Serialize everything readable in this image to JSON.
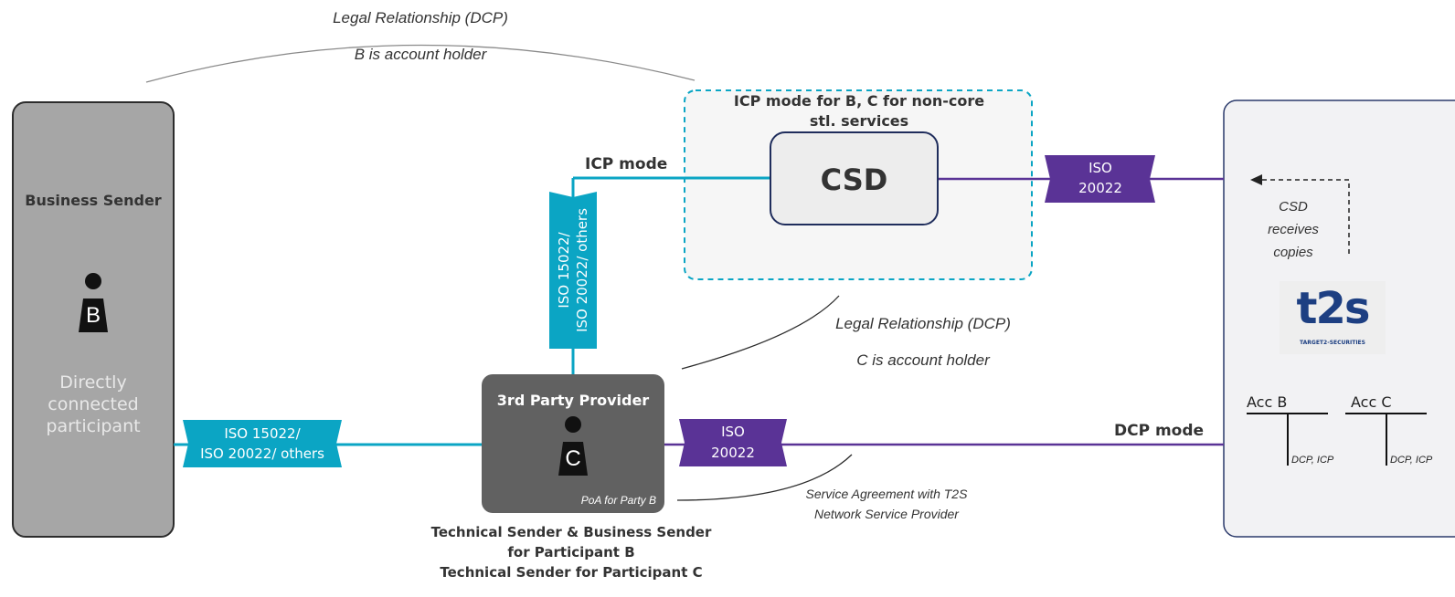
{
  "top_legal": {
    "line1": "Legal Relationship (DCP)",
    "line2": "B is account holder"
  },
  "business_sender": {
    "title": "Business Sender",
    "badge": "B",
    "description": "Directly connected participant"
  },
  "left_banner": {
    "line1": "ISO 15022/",
    "line2": "ISO 20022/ others"
  },
  "vertical_banner": {
    "line1": "ISO 15022/",
    "line2": "ISO 20022/ others"
  },
  "icp_mode_label": "ICP mode",
  "csd_area": {
    "caption_line1": "ICP mode for B, C for non-core",
    "caption_line2": "stl. services",
    "csd_label": "CSD"
  },
  "csd_t2s_banner": {
    "line1": "ISO",
    "line2": "20022"
  },
  "third_party": {
    "title": "3rd Party Provider",
    "badge": "C",
    "poa": "PoA for Party B",
    "caption_line1": "Technical Sender & Business Sender",
    "caption_line2": "for Participant B",
    "caption_line3": "Technical Sender for Participant C"
  },
  "tp_t2s_banner": {
    "line1": "ISO",
    "line2": "20022"
  },
  "dcp_mode_label": "DCP mode",
  "mid_legal": {
    "line1": "Legal Relationship (DCP)",
    "line2": "C is account holder"
  },
  "service_agreement": {
    "line1": "Service Agreement with T2S",
    "line2": "Network Service Provider"
  },
  "t2s": {
    "copy_line1": "CSD",
    "copy_line2": "receives",
    "copy_line3": "copies",
    "logo_text": "t2s",
    "logo_subtext": "TARGET2-SECURITIES",
    "accounts": [
      {
        "label": "Acc B",
        "sub": "DCP, ICP"
      },
      {
        "label": "Acc C",
        "sub": "DCP, ICP"
      }
    ]
  },
  "colors": {
    "teal": "#0ba5c4",
    "purple": "#5a3396",
    "sender_gray": "#a6a6a6",
    "provider_gray": "#616161",
    "t2s_panel": "#f2f2f4"
  }
}
